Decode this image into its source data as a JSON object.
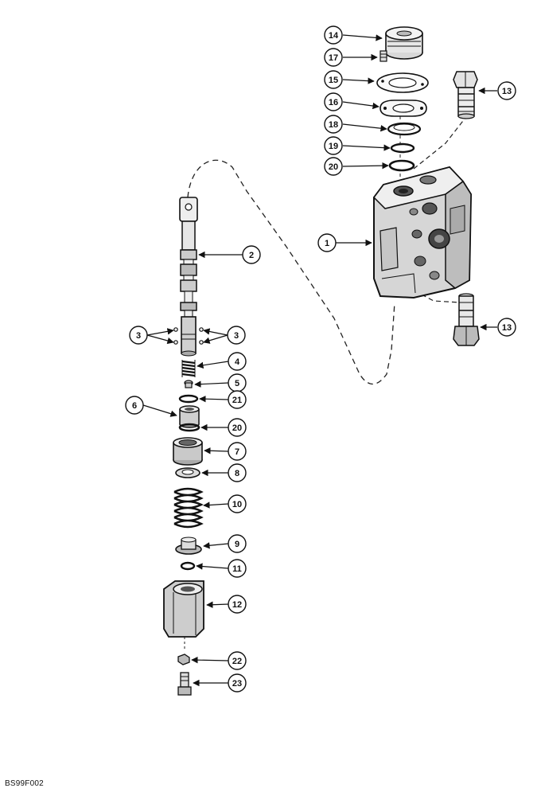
{
  "figure_id": "BS99F002",
  "callouts": [
    {
      "id": "c14",
      "label": "14"
    },
    {
      "id": "c17",
      "label": "17"
    },
    {
      "id": "c15",
      "label": "15"
    },
    {
      "id": "c16",
      "label": "16"
    },
    {
      "id": "c18",
      "label": "18"
    },
    {
      "id": "c19",
      "label": "19"
    },
    {
      "id": "c20a",
      "label": "20"
    },
    {
      "id": "c13a",
      "label": "13"
    },
    {
      "id": "c1",
      "label": "1"
    },
    {
      "id": "c13b",
      "label": "13"
    },
    {
      "id": "c2",
      "label": "2"
    },
    {
      "id": "c3a",
      "label": "3"
    },
    {
      "id": "c3b",
      "label": "3"
    },
    {
      "id": "c4",
      "label": "4"
    },
    {
      "id": "c5",
      "label": "5"
    },
    {
      "id": "c21a",
      "label": "21"
    },
    {
      "id": "c6",
      "label": "6"
    },
    {
      "id": "c20b",
      "label": "20"
    },
    {
      "id": "c7",
      "label": "7"
    },
    {
      "id": "c8",
      "label": "8"
    },
    {
      "id": "c10",
      "label": "10"
    },
    {
      "id": "c9",
      "label": "9"
    },
    {
      "id": "c11",
      "label": "11"
    },
    {
      "id": "c12",
      "label": "12"
    },
    {
      "id": "c22",
      "label": "22"
    },
    {
      "id": "c23",
      "label": "23"
    }
  ]
}
